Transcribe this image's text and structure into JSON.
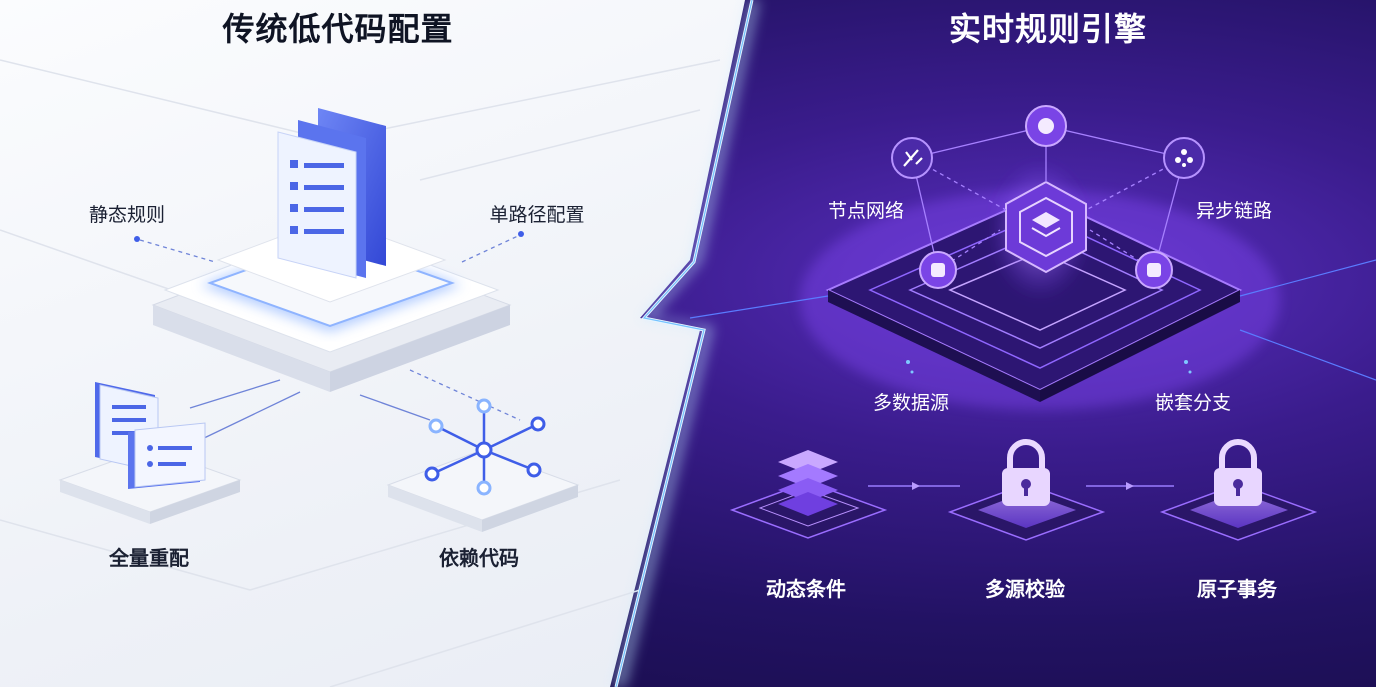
{
  "left_panel": {
    "title": "传统低代码配置",
    "labels": {
      "static_rules": "静态规则",
      "single_path": "单路径配置",
      "full_reconfig": "全量重配",
      "code_dependency": "依赖代码"
    }
  },
  "right_panel": {
    "title": "实时规则引擎",
    "labels": {
      "node_network": "节点网络",
      "async_chain": "异步链路",
      "multi_source": "多数据源",
      "nested_branch": "嵌套分支",
      "dynamic_condition": "动态条件",
      "multi_source_check": "多源校验",
      "atomic_transaction": "原子事务"
    }
  },
  "colors": {
    "left_accent": "#3f5ee8",
    "right_accent": "#8b5cf6",
    "lightning": "#9fd6ff"
  }
}
